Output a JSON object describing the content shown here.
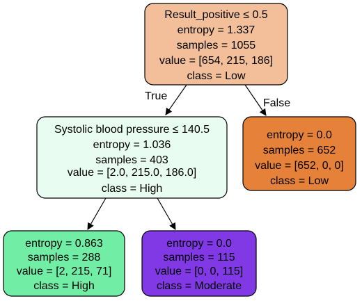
{
  "nodes": {
    "root": {
      "lines": [
        "Result_positive ≤ 0.5",
        "entropy = 1.337",
        "samples = 1055",
        "value = [654, 215, 186]",
        "class = Low"
      ],
      "fill": "#f2bf9a"
    },
    "left": {
      "lines": [
        "Systolic blood pressure ≤ 140.5",
        "entropy = 1.036",
        "samples = 403",
        "value = [2.0, 215.0, 186.0]",
        "class = High"
      ],
      "fill": "#e8fcf1"
    },
    "right": {
      "lines": [
        "entropy = 0.0",
        "samples = 652",
        "value = [652, 0, 0]",
        "class = Low"
      ],
      "fill": "#e58139"
    },
    "left_left": {
      "lines": [
        "entropy = 0.863",
        "samples = 288",
        "value = [2, 215, 71]",
        "class = High"
      ],
      "fill": "#72eda6"
    },
    "left_right": {
      "lines": [
        "entropy = 0.0",
        "samples = 115",
        "value = [0, 0, 115]",
        "class = Moderate"
      ],
      "fill": "#8139e5"
    }
  },
  "edges": {
    "true_label": "True",
    "false_label": "False"
  }
}
